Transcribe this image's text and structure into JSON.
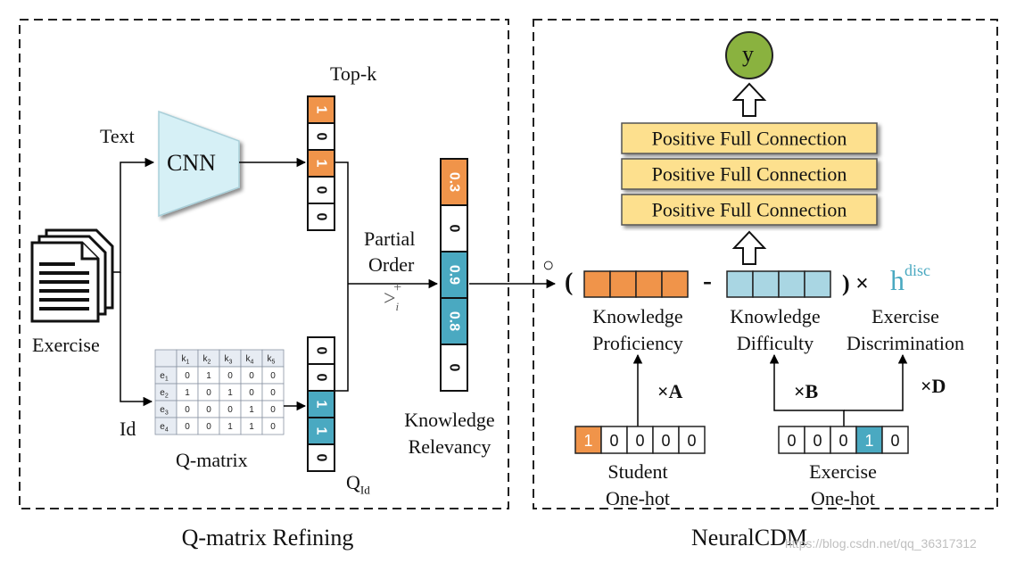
{
  "left_panel": {
    "title": "Q-matrix Refining",
    "exercise_label": "Exercise",
    "text_label": "Text",
    "id_label": "Id",
    "cnn_label": "CNN",
    "topk_label": "Top-k",
    "topk_vector": [
      "1",
      "0",
      "1",
      "0",
      "0"
    ],
    "qid_label": "Q",
    "qid_sub": "Id",
    "qid_vector": [
      "0",
      "0",
      "1",
      "1",
      "0"
    ],
    "qmatrix_label": "Q-matrix",
    "qmatrix": {
      "col_headers": [
        "k",
        "k",
        "k",
        "k",
        "k"
      ],
      "col_subs": [
        "1",
        "2",
        "3",
        "4",
        "5"
      ],
      "row_headers": [
        "e",
        "e",
        "e",
        "e"
      ],
      "row_subs": [
        "1",
        "2",
        "3",
        "4"
      ],
      "rows": [
        [
          "0",
          "1",
          "0",
          "0",
          "0"
        ],
        [
          "1",
          "0",
          "1",
          "0",
          "0"
        ],
        [
          "0",
          "0",
          "0",
          "1",
          "0"
        ],
        [
          "0",
          "0",
          "1",
          "1",
          "0"
        ]
      ]
    },
    "partial_order_line1": "Partial",
    "partial_order_line2": "Order",
    "relevancy_vector": [
      "0.3",
      "0",
      "0.9",
      "0.8",
      "0"
    ],
    "relevancy_label_line1": "Knowledge",
    "relevancy_label_line2": "Relevancy"
  },
  "right_panel": {
    "title": "NeuralCDM",
    "output_label": "y",
    "fc_layers": [
      "Positive Full Connection",
      "Positive Full Connection",
      "Positive Full Connection"
    ],
    "hadamard": "○",
    "open_paren": "(",
    "minus": "-",
    "close_paren_times": ") ×",
    "hdisc_base": "h",
    "hdisc_sup": "disc",
    "proficiency_line1": "Knowledge",
    "proficiency_line2": "Proficiency",
    "difficulty_line1": "Knowledge",
    "difficulty_line2": "Difficulty",
    "discrimination_line1": "Exercise",
    "discrimination_line2": "Discrimination",
    "mult_a": "×A",
    "mult_b": "×B",
    "mult_d": "×D",
    "student_vector": [
      "1",
      "0",
      "0",
      "0",
      "0"
    ],
    "student_label_line1": "Student",
    "student_label_line2": "One-hot",
    "exercise_vector": [
      "0",
      "0",
      "0",
      "1",
      "0"
    ],
    "exercise_label_line1": "Exercise",
    "exercise_label_line2": "One-hot"
  },
  "watermark": "https://blog.csdn.net/qq_36317312",
  "colors": {
    "orange": "#f0944a",
    "teal": "#4aa9c1",
    "light_teal": "#a9d6e3",
    "fc_fill": "#fde08e",
    "y_fill": "#8ab23f",
    "cnn_fill": "#d6f0f6",
    "h_color": "#4aa9c1"
  }
}
